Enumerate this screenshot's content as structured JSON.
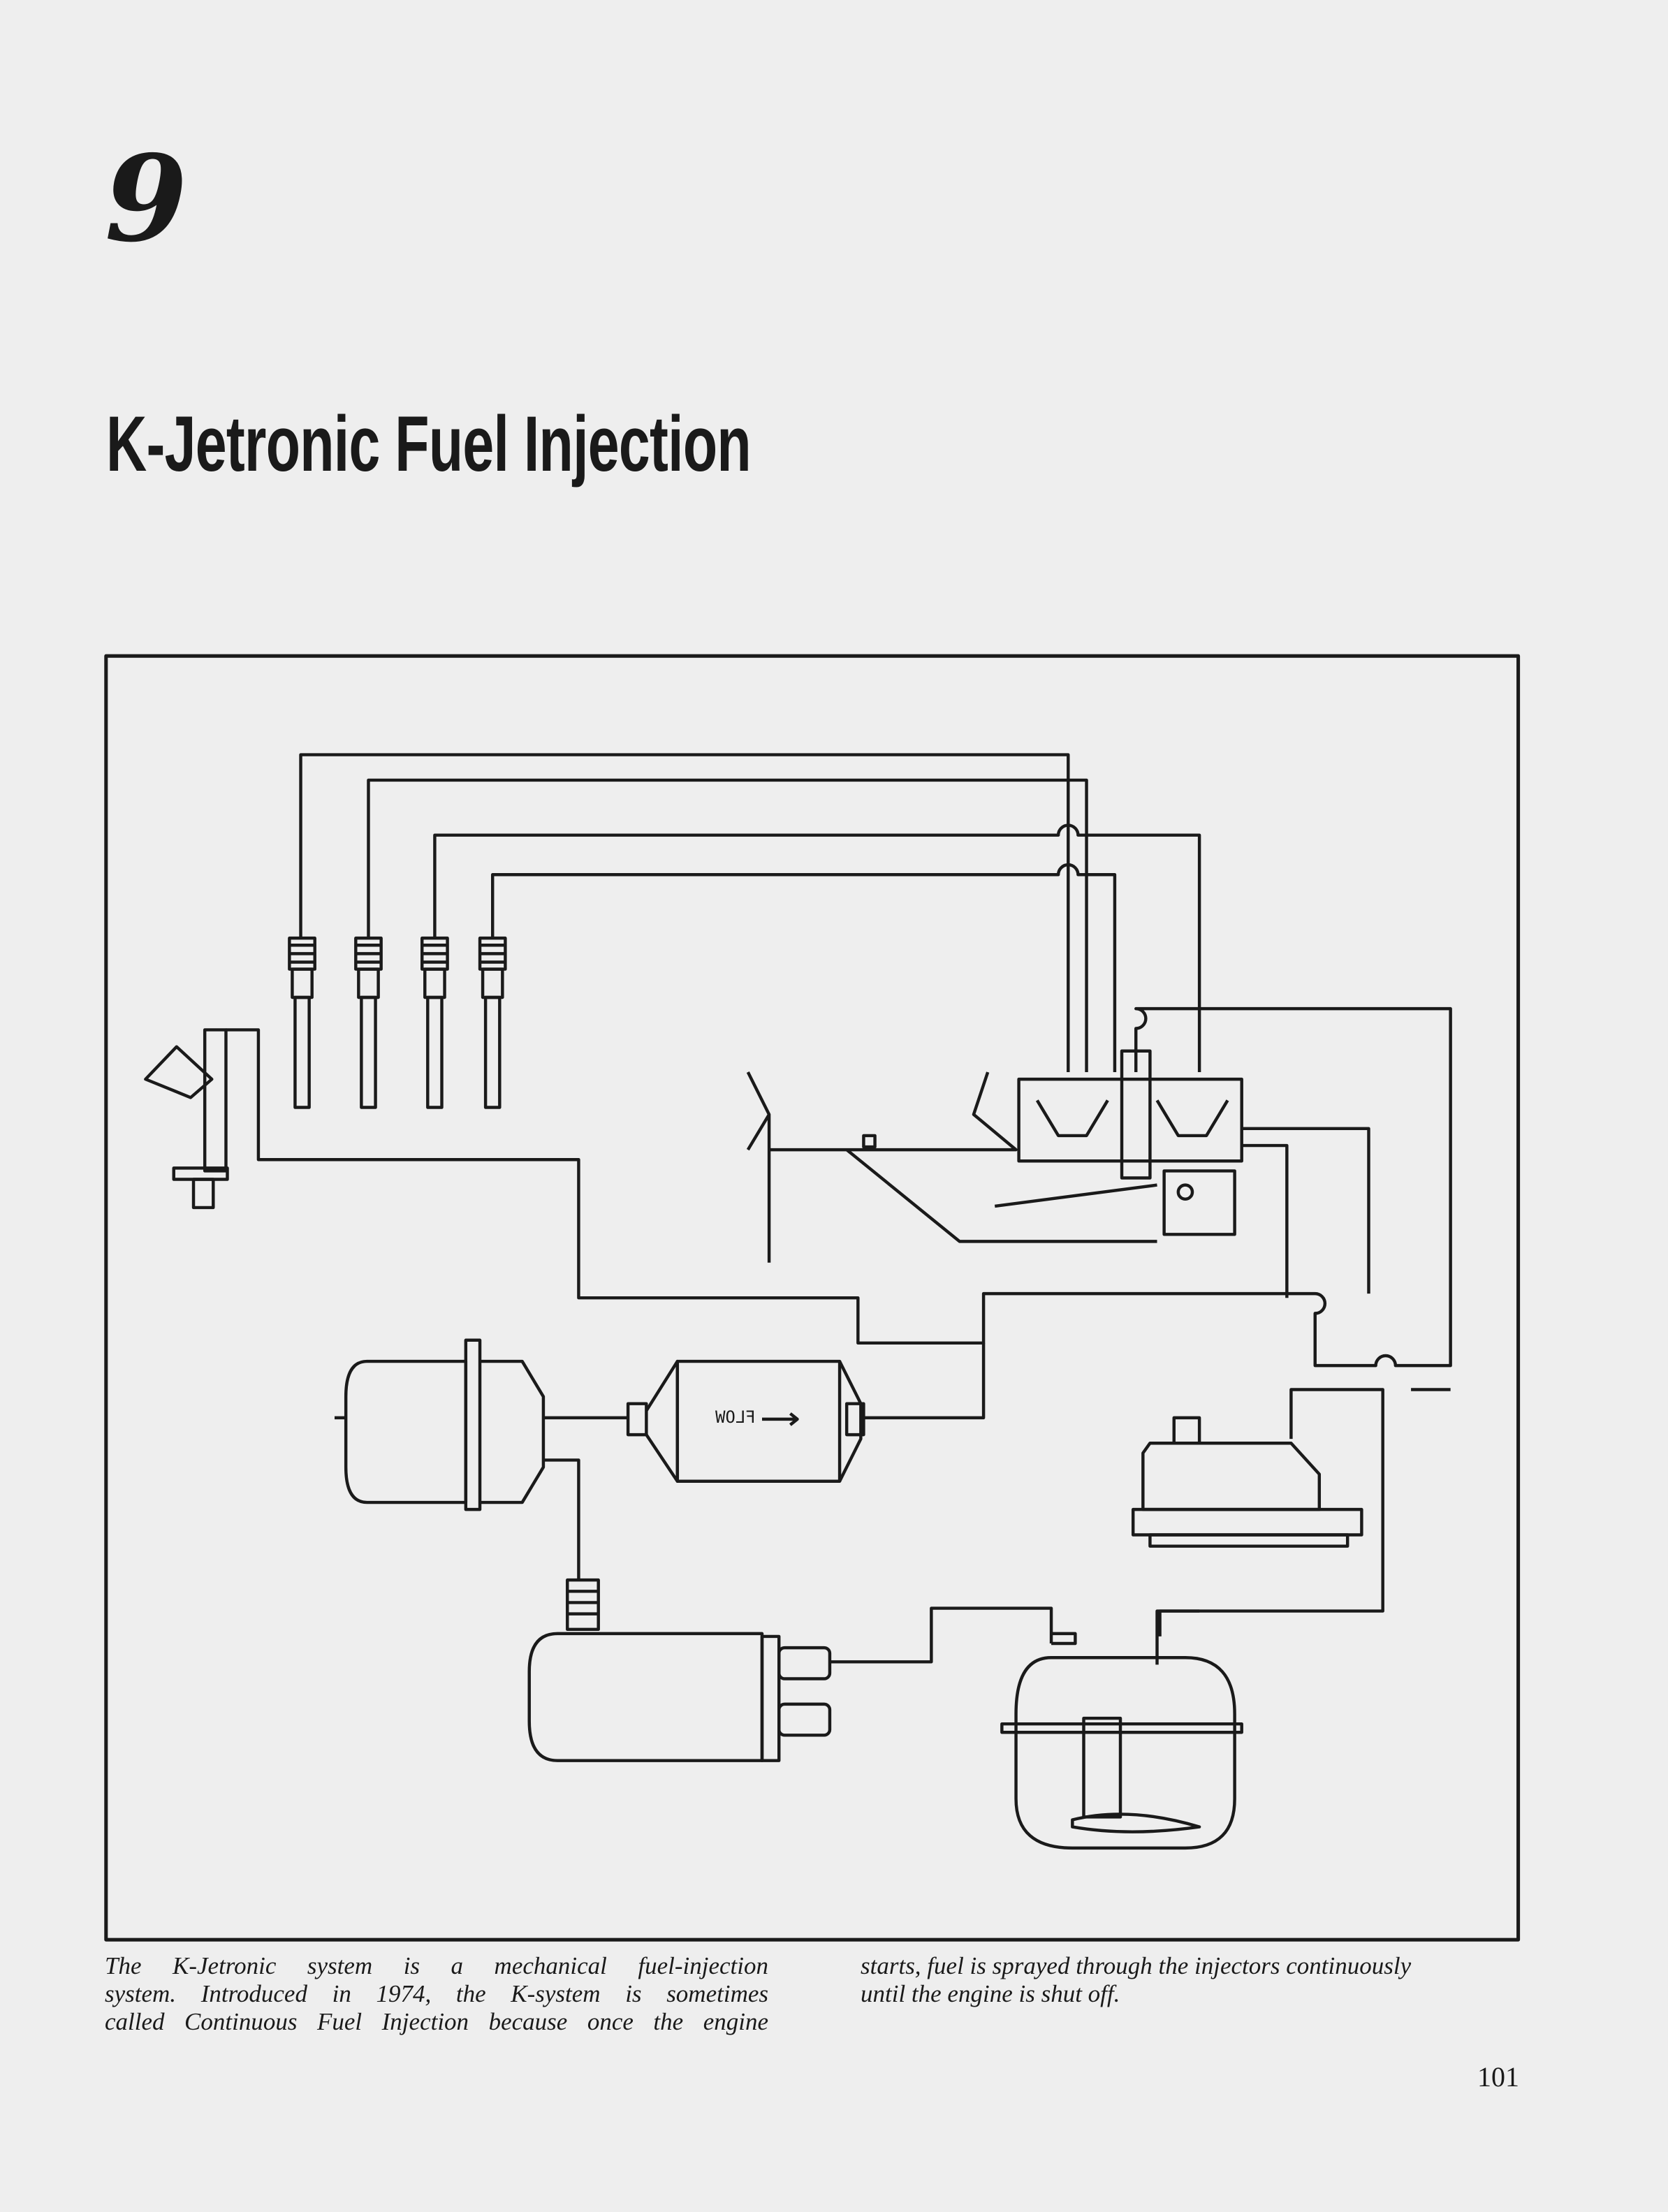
{
  "chapter": {
    "number": "9",
    "title": "K-Jetronic Fuel Injection"
  },
  "figure": {
    "flow_label": "FLOW",
    "caption_left": [
      "The K-Jetronic system is a mechanical fuel-injection",
      "system. Introduced in 1974, the K-system is sometimes",
      "called Continuous Fuel Injection because once the engine"
    ],
    "caption_right": [
      "starts, fuel is sprayed through the injectors continuously",
      "until the engine is shut off."
    ]
  },
  "page_number": "101"
}
